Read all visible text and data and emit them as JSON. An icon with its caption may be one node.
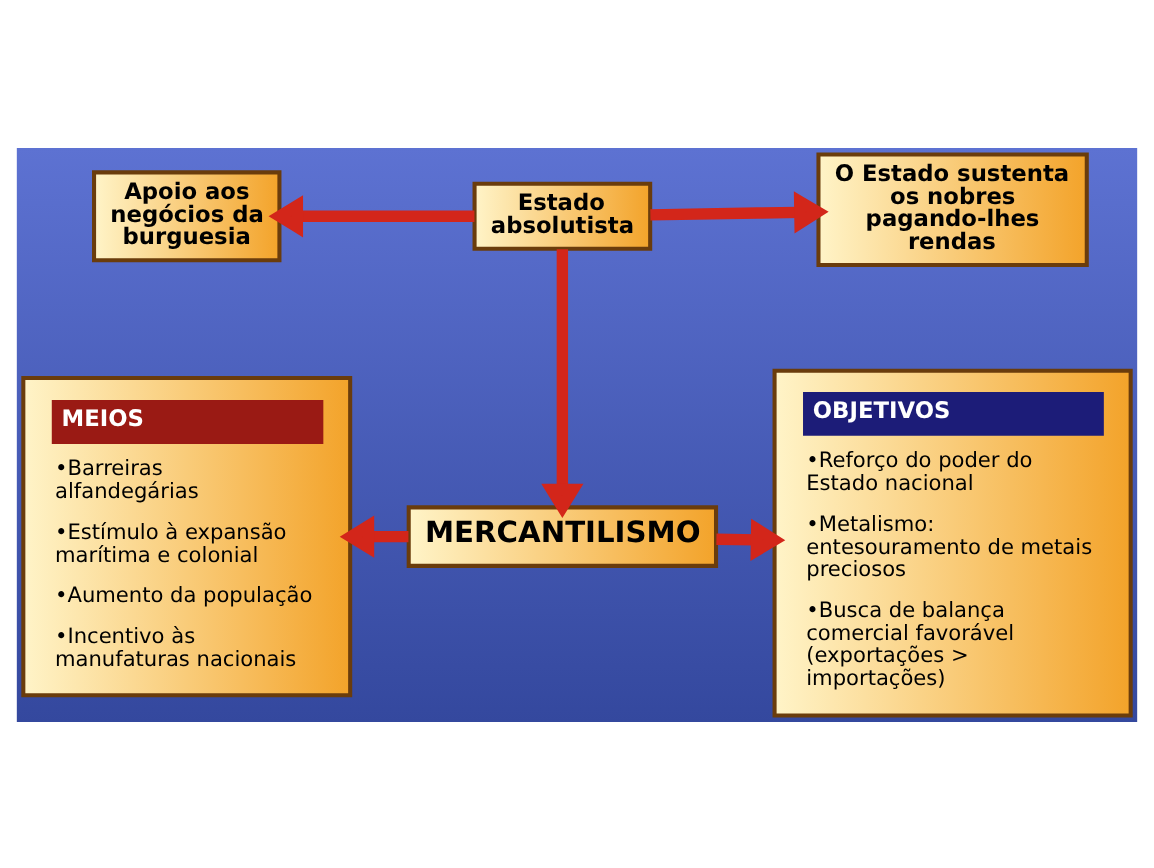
{
  "diagram": {
    "nodes": [
      {
        "text": [
          "Estado absolutista"
        ]
      },
      {
        "text": [
          "Apoio aos negócios da burguesia"
        ]
      },
      {
        "text": [
          "O Estado sustenta os nobres pagando-lhes rendas"
        ]
      },
      {
        "text": [
          "MERCANTILISMO"
        ]
      },
      {
        "text": [
          "MEIOS",
          "•Barreiras alfandegárias",
          "•Estímulo à expansão marítima e colonial",
          "•Aumento da população",
          "•Incentivo às manufaturas nacionais"
        ]
      },
      {
        "text": [
          "OBJETIVOS",
          "•Reforço do poder do Estado nacional",
          "•Metalismo: entesouramento de metais preciosos",
          "•Busca de balança comercial favorável (exportações > importações)"
        ]
      }
    ],
    "edges": [
      {
        "from": 0,
        "to": 1,
        "arrow": "to"
      },
      {
        "from": 0,
        "to": 2,
        "arrow": "to"
      },
      {
        "from": 0,
        "to": 3,
        "arrow": "to"
      },
      {
        "from": 3,
        "to": 4,
        "arrow": "to"
      },
      {
        "from": 3,
        "to": 5,
        "arrow": "to"
      }
    ]
  }
}
